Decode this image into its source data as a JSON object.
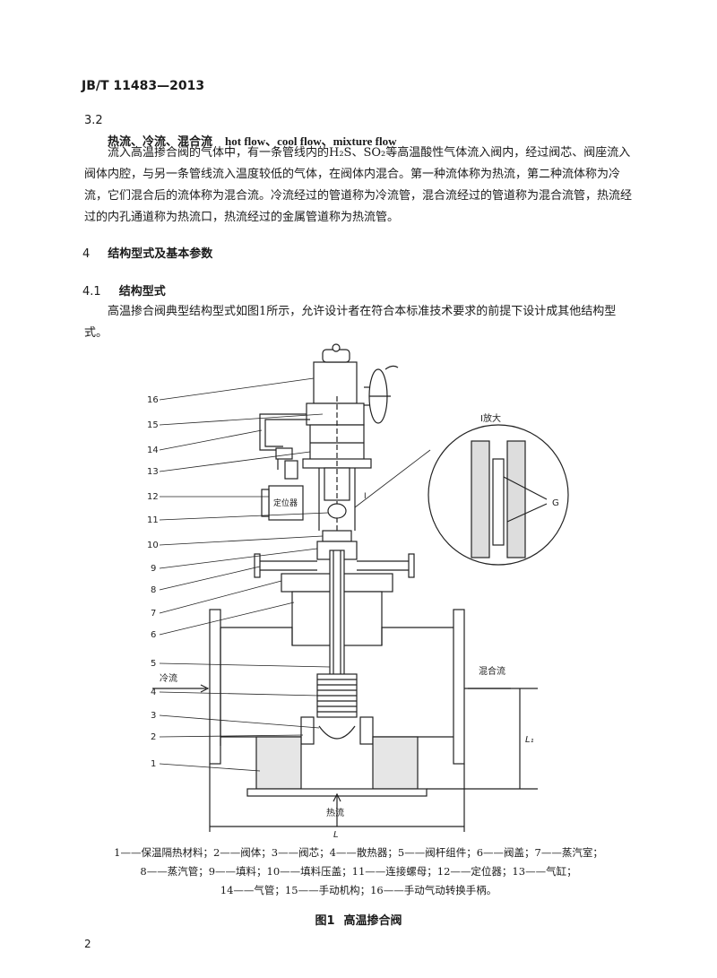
{
  "header": {
    "standard_code": "JB/T 11483—2013"
  },
  "clause": {
    "number": "3.2",
    "term_cn": "热流、冷流、混合流",
    "term_en": "hot flow、cool flow、mixture flow",
    "definition": "流入高温掺合阀的气体中，有一条管线内的H₂S、SO₂等高温酸性气体流入阀内，经过阀芯、阀座流入阀体内腔，与另一条管线流入温度较低的气体，在阀体内混合。第一种流体称为热流，第二种流体称为冷流，它们混合后的流体称为混合流。冷流经过的管道称为冷流管，混合流经过的管道称为混合流管，热流经过的内孔通道称为热流口，热流经过的金属管道称为热流管。"
  },
  "section4": {
    "number": "4",
    "title": "结构型式及基本参数"
  },
  "section41": {
    "number": "4.1",
    "title": "结构型式",
    "text": "高温掺合阀典型结构型式如图1所示，允许设计者在符合本标准技术要求的前提下设计成其他结构型式。"
  },
  "figure": {
    "part_numbers": [
      "16",
      "15",
      "14",
      "13",
      "12",
      "11",
      "10",
      "9",
      "8",
      "7",
      "6",
      "5",
      "4",
      "3",
      "2",
      "1"
    ],
    "positioner_label": "定位器",
    "detail_marker": "I",
    "detail_title": "I放大",
    "detail_label": "G",
    "cold_flow_label": "冷流",
    "mixed_flow_label": "混合流",
    "hot_flow_label": "热流",
    "dimension_L": "L",
    "dimension_L1": "L₁"
  },
  "legend": {
    "line1": "1——保温隔热材料；2——阀体；3——阀芯；4——散热器；5——阀杆组件；6——阀盖；7——蒸汽室；",
    "line2": "8——蒸汽管；9——填料；10——填料压盖；11——连接螺母；12——定位器；13——气缸；",
    "line3": "14——气管；15——手动机构；16——手动气动转换手柄。"
  },
  "caption": {
    "number": "图1",
    "title": "高温掺合阀"
  },
  "page_number": "2"
}
